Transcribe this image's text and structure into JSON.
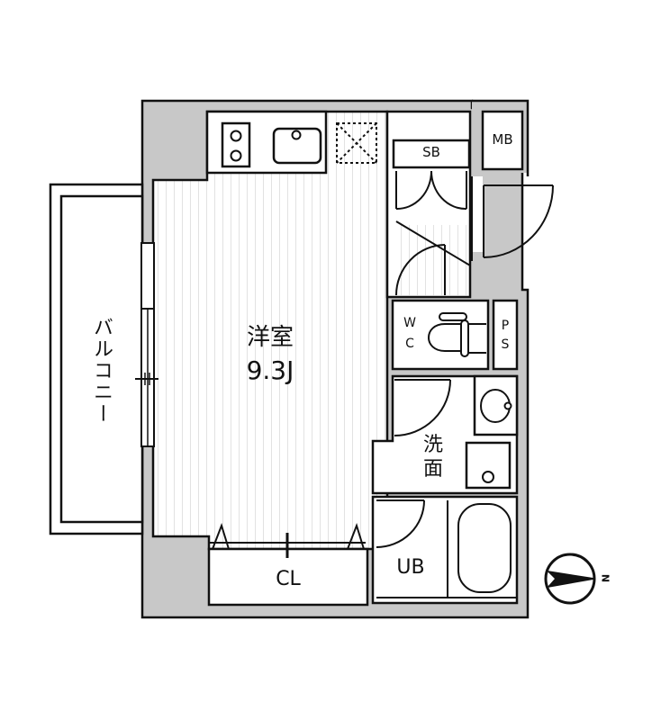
{
  "floorplan": {
    "main_room": {
      "name": "洋室",
      "size": "9.3J"
    },
    "balcony": {
      "label": "バルコニー"
    },
    "closet": {
      "label": "CL"
    },
    "shoe_box": {
      "label": "SB"
    },
    "meter_box": {
      "label": "MB"
    },
    "toilet": {
      "label_top": "W",
      "label_bottom": "C"
    },
    "pipe_space": {
      "label_top": "P",
      "label_bottom": "S"
    },
    "washroom": {
      "label_top": "洗",
      "label_bottom": "面"
    },
    "unit_bath": {
      "label": "UB"
    },
    "compass": {
      "label": "N",
      "direction": "east"
    }
  },
  "colors": {
    "wall_fill": "#c8c8c8",
    "line": "#111111",
    "floor_stripe": "#e4e4e4",
    "background": "#ffffff"
  }
}
